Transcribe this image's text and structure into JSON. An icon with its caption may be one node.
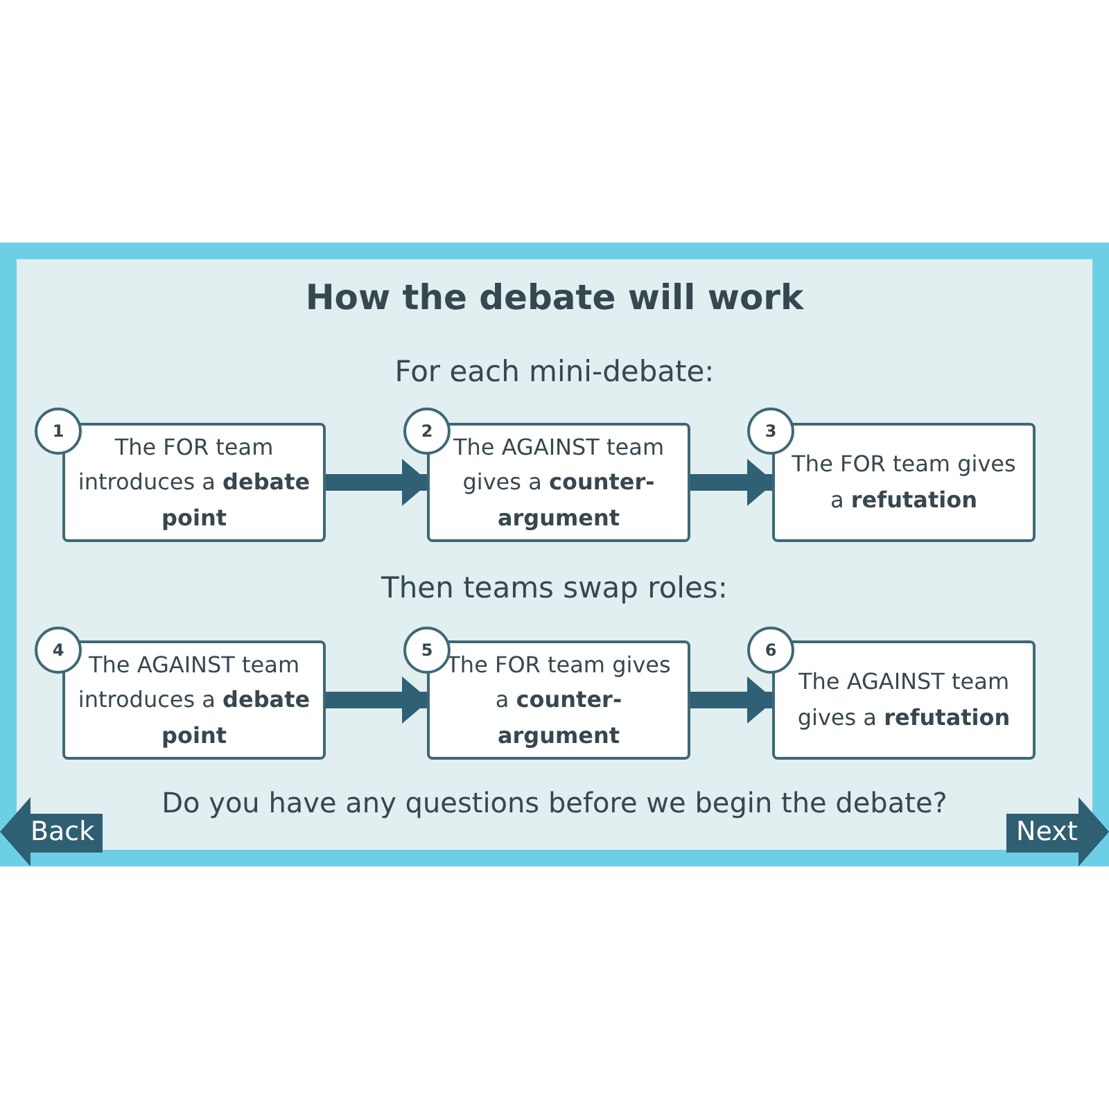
{
  "diagram": {
    "title": "How the debate will work",
    "nodes": [
      {
        "text": [
          "1"
        ]
      },
      {
        "text": [
          "The FOR team introduces a **debate point**"
        ]
      },
      {
        "text": [
          "2"
        ]
      },
      {
        "text": [
          "The AGAINST team gives a **counter-argument**"
        ]
      },
      {
        "text": [
          "3"
        ]
      },
      {
        "text": [
          "The FOR team gives a **refutation**"
        ]
      },
      {
        "text": [
          "4"
        ]
      },
      {
        "text": [
          "The AGAINST team introduces a **debate point**"
        ]
      },
      {
        "text": [
          "5"
        ]
      },
      {
        "text": [
          "The FOR team gives a **counter-argument**"
        ]
      },
      {
        "text": [
          "6"
        ]
      },
      {
        "text": [
          "The AGAINST team gives a **refutation**"
        ]
      },
      {
        "text": [
          "Back"
        ]
      },
      {
        "text": [
          "Next"
        ]
      }
    ],
    "edges": [
      {
        "from": 1,
        "to": 3,
        "arrow": "to"
      },
      {
        "from": 3,
        "to": 5,
        "arrow": "to"
      },
      {
        "from": 7,
        "to": 9,
        "arrow": "to"
      },
      {
        "from": 9,
        "to": 11,
        "arrow": "to"
      }
    ],
    "labels": [
      "For each mini-debate:",
      "Then teams swap roles:",
      "Do you have any questions before we begin the debate?"
    ]
  }
}
